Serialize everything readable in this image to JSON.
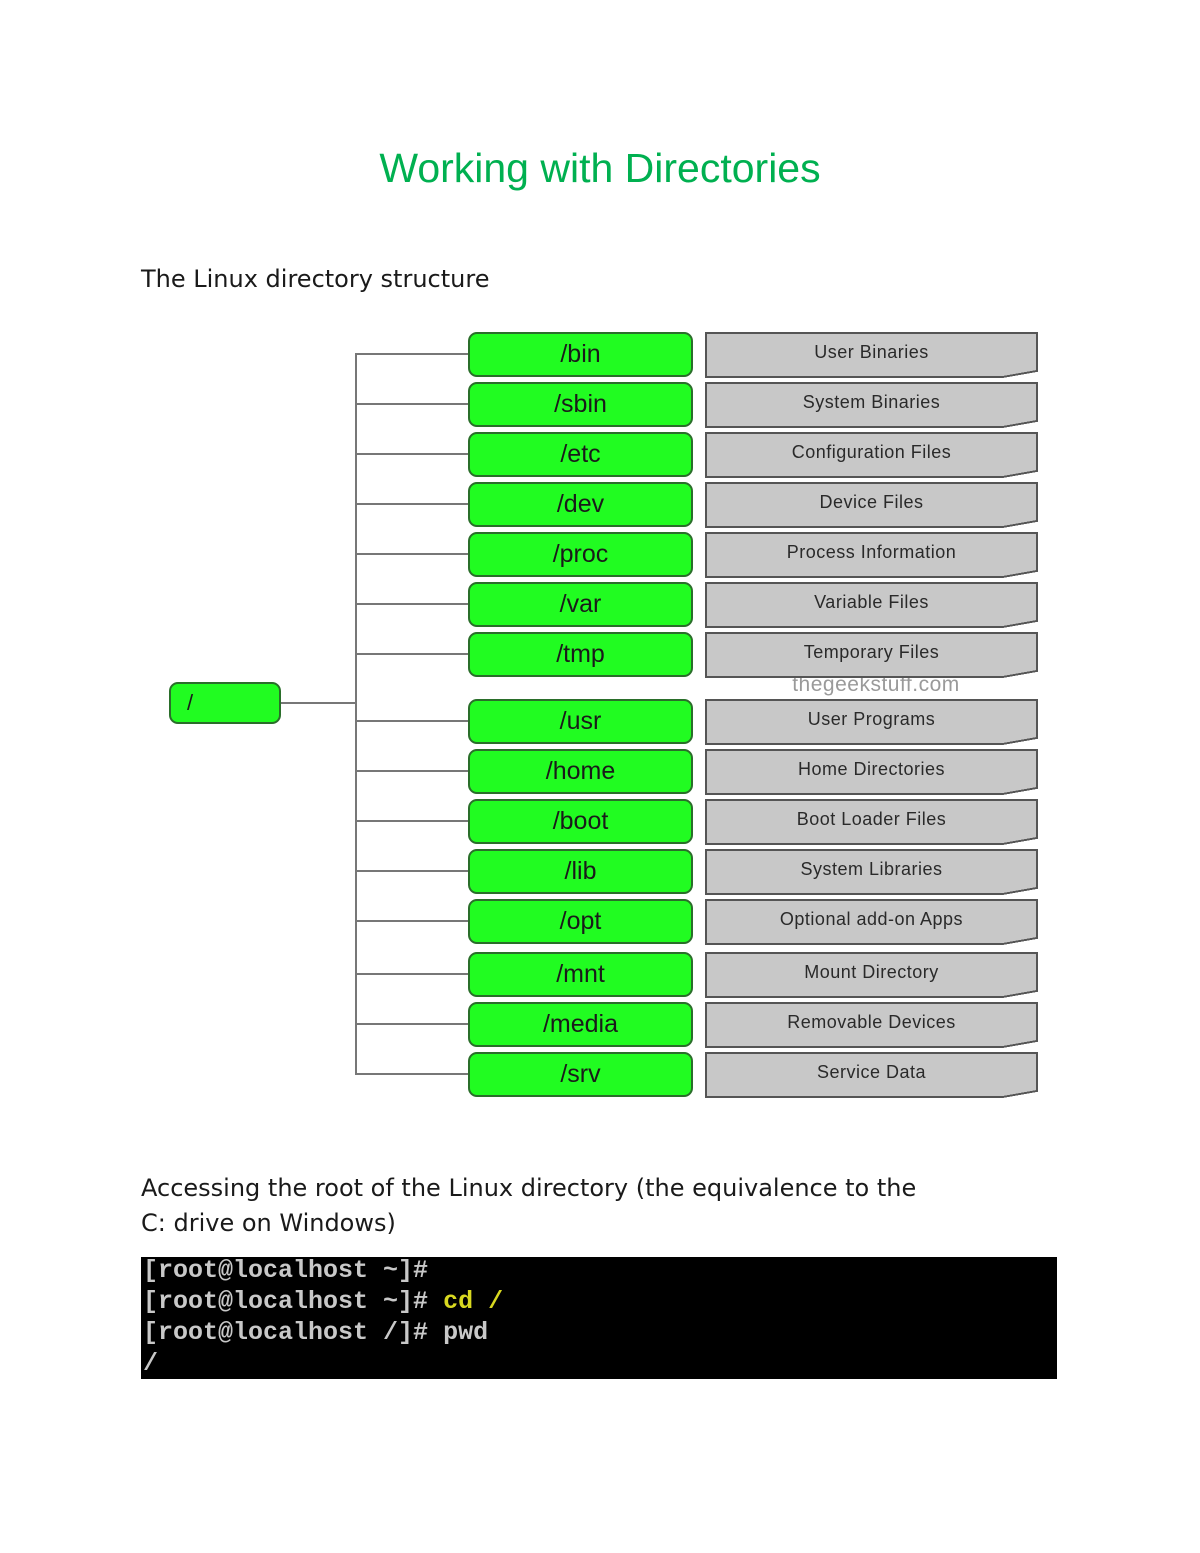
{
  "document": {
    "title": "Working with Directories",
    "section1_heading": "The Linux directory structure",
    "section2_text_line1": "Accessing the root of the Linux directory (the equivalence to the",
    "section2_text_line2": "C: drive on Windows)"
  },
  "diagram": {
    "root_label": "/",
    "watermark": "thegeekstuff.com",
    "colors": {
      "dir_box": "#21fc21",
      "desc_box": "#c8c8c8",
      "title": "#00b050"
    },
    "directories": [
      {
        "name": "/bin",
        "description": "User Binaries"
      },
      {
        "name": "/sbin",
        "description": "System Binaries"
      },
      {
        "name": "/etc",
        "description": "Configuration Files"
      },
      {
        "name": "/dev",
        "description": "Device Files"
      },
      {
        "name": "/proc",
        "description": "Process Information"
      },
      {
        "name": "/var",
        "description": "Variable Files"
      },
      {
        "name": "/tmp",
        "description": "Temporary Files"
      },
      {
        "name": "/usr",
        "description": "User Programs"
      },
      {
        "name": "/home",
        "description": "Home Directories"
      },
      {
        "name": "/boot",
        "description": "Boot Loader Files"
      },
      {
        "name": "/lib",
        "description": "System Libraries"
      },
      {
        "name": "/opt",
        "description": "Optional add-on Apps"
      },
      {
        "name": "/mnt",
        "description": "Mount Directory"
      },
      {
        "name": "/media",
        "description": "Removable Devices"
      },
      {
        "name": "/srv",
        "description": "Service Data"
      }
    ]
  },
  "terminal": {
    "lines": [
      {
        "prompt": "[root@localhost ~]#",
        "command": ""
      },
      {
        "prompt": "[root@localhost ~]#",
        "command": "cd /"
      },
      {
        "prompt": "[root@localhost /]#",
        "command": "pwd"
      },
      {
        "prompt": "/",
        "command": ""
      }
    ]
  }
}
